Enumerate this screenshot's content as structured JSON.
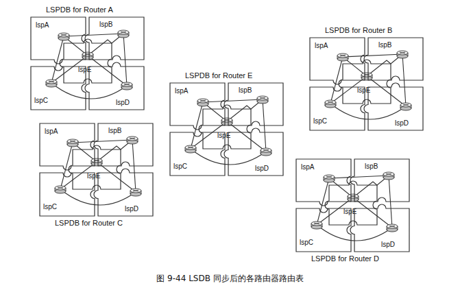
{
  "diagram": {
    "caption": "图 9-44 LSDB 同步后的各路由器路由表",
    "nodes": [
      {
        "text": [
          "LSPDB for Router A"
        ]
      },
      {
        "text": [
          "lspA"
        ],
        "in": 0
      },
      {
        "text": [
          "lspB"
        ],
        "in": 0
      },
      {
        "text": [
          "lspE"
        ],
        "in": 0
      },
      {
        "text": [
          "lspC"
        ],
        "in": 0
      },
      {
        "text": [
          "lspD"
        ],
        "in": 0
      },
      {
        "text": [
          "LSPDB for Router B"
        ]
      },
      {
        "text": [
          "lspA"
        ],
        "in": 6
      },
      {
        "text": [
          "lspB"
        ],
        "in": 6
      },
      {
        "text": [
          "lspE"
        ],
        "in": 6
      },
      {
        "text": [
          "lspC"
        ],
        "in": 6
      },
      {
        "text": [
          "lspD"
        ],
        "in": 6
      },
      {
        "text": [
          "LSPDB for Router E"
        ]
      },
      {
        "text": [
          "lspA"
        ],
        "in": 12
      },
      {
        "text": [
          "lspB"
        ],
        "in": 12
      },
      {
        "text": [
          "lspE"
        ],
        "in": 12
      },
      {
        "text": [
          "lspC"
        ],
        "in": 12
      },
      {
        "text": [
          "lspD"
        ],
        "in": 12
      },
      {
        "text": [
          "LSPDB for Router C"
        ]
      },
      {
        "text": [
          "lspA"
        ],
        "in": 18
      },
      {
        "text": [
          "lspB"
        ],
        "in": 18
      },
      {
        "text": [
          "lspE"
        ],
        "in": 18
      },
      {
        "text": [
          "lspC"
        ],
        "in": 18
      },
      {
        "text": [
          "lspD"
        ],
        "in": 18
      },
      {
        "text": [
          "LSPDB for Router D"
        ]
      },
      {
        "text": [
          "lspA"
        ],
        "in": 24
      },
      {
        "text": [
          "lspB"
        ],
        "in": 24
      },
      {
        "text": [
          "lspE"
        ],
        "in": 24
      },
      {
        "text": [
          "lspC"
        ],
        "in": 24
      },
      {
        "text": [
          "lspD"
        ],
        "in": 24
      }
    ]
  }
}
